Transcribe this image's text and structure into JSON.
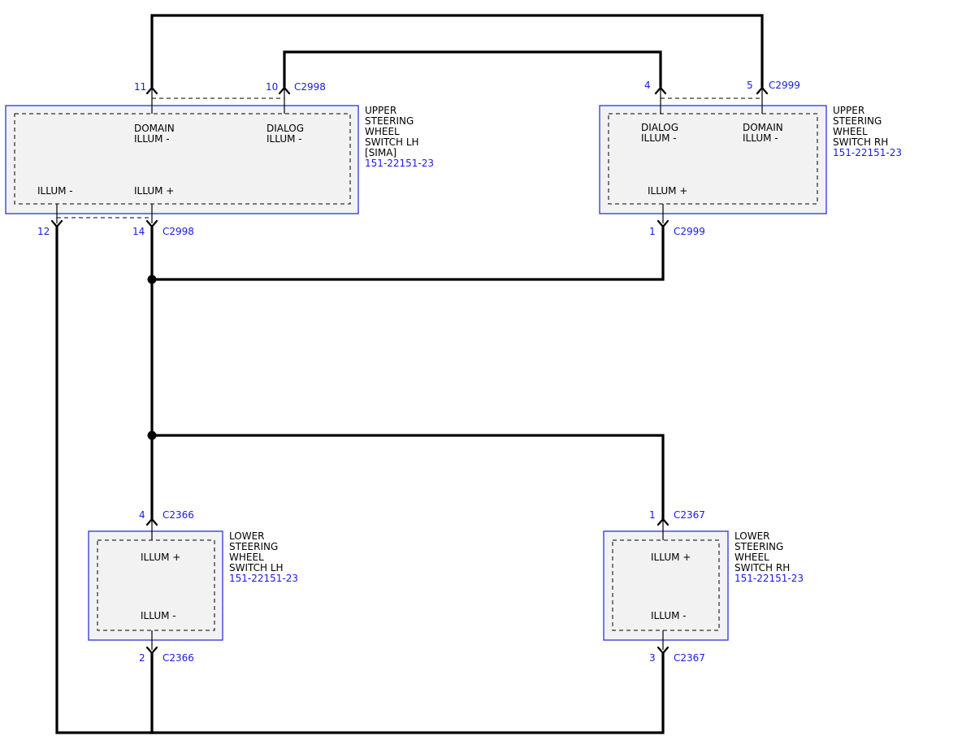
{
  "components": {
    "upper_lh": {
      "name_lines": [
        "UPPER",
        "STEERING",
        "WHEEL",
        "SWITCH LH",
        "[SIMA]"
      ],
      "part_number": "151-22151-23",
      "pin_labels": {
        "domain_illum_minus": [
          "DOMAIN",
          "ILLUM -"
        ],
        "dialog_illum_minus": [
          "DIALOG",
          "ILLUM -"
        ],
        "illum_minus": "ILLUM -",
        "illum_plus": "ILLUM +"
      }
    },
    "upper_rh": {
      "name_lines": [
        "UPPER",
        "STEERING",
        "WHEEL",
        "SWITCH RH"
      ],
      "part_number": "151-22151-23",
      "pin_labels": {
        "dialog_illum_minus": [
          "DIALOG",
          "ILLUM -"
        ],
        "domain_illum_minus": [
          "DOMAIN",
          "ILLUM -"
        ],
        "illum_plus": "ILLUM +"
      }
    },
    "lower_lh": {
      "name_lines": [
        "LOWER",
        "STEERING",
        "WHEEL",
        "SWITCH LH"
      ],
      "part_number": "151-22151-23",
      "pin_labels": {
        "illum_plus": "ILLUM +",
        "illum_minus": "ILLUM -"
      }
    },
    "lower_rh": {
      "name_lines": [
        "LOWER",
        "STEERING",
        "WHEEL",
        "SWITCH RH"
      ],
      "part_number": "151-22151-23",
      "pin_labels": {
        "illum_plus": "ILLUM +",
        "illum_minus": "ILLUM -"
      }
    }
  },
  "pins": {
    "lh_upper_11": "11",
    "lh_upper_10": "10",
    "lh_upper_12": "12",
    "lh_upper_14": "14",
    "rh_upper_4": "4",
    "rh_upper_5": "5",
    "rh_upper_1": "1",
    "lower_lh_4": "4",
    "lower_lh_2": "2",
    "lower_rh_1": "1",
    "lower_rh_3": "3"
  },
  "connectors": {
    "lh_upper_top": "C2998",
    "lh_upper_bottom": "C2998",
    "rh_upper_top": "C2999",
    "rh_upper_bottom": "C2999",
    "lower_lh_top": "C2366",
    "lower_lh_bottom": "C2366",
    "lower_rh_top": "C2367",
    "lower_rh_bottom": "C2367"
  },
  "colors": {
    "component_border": "#2b35d8",
    "pin_text": "#1a1ae6",
    "wire": "#000000",
    "component_fill": "#f2f2f2"
  }
}
